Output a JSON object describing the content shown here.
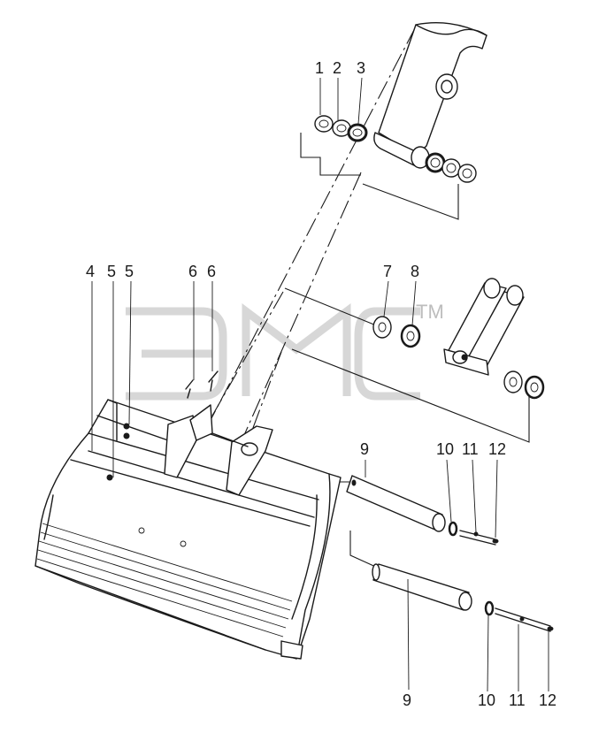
{
  "callouts": {
    "c1": "1",
    "c2": "2",
    "c3": "3",
    "c4": "4",
    "c5a": "5",
    "c5b": "5",
    "c6a": "6",
    "c6b": "6",
    "c7": "7",
    "c8": "8",
    "c9a": "9",
    "c9b": "9",
    "c10a": "10",
    "c11a": "11",
    "c12a": "12",
    "c10b": "10",
    "c11b": "11",
    "c12b": "12"
  },
  "watermark": {
    "mark": "TM"
  },
  "colors": {
    "line": "#1a1a1a",
    "watermark": "#c9c9c9",
    "background": "#ffffff"
  }
}
